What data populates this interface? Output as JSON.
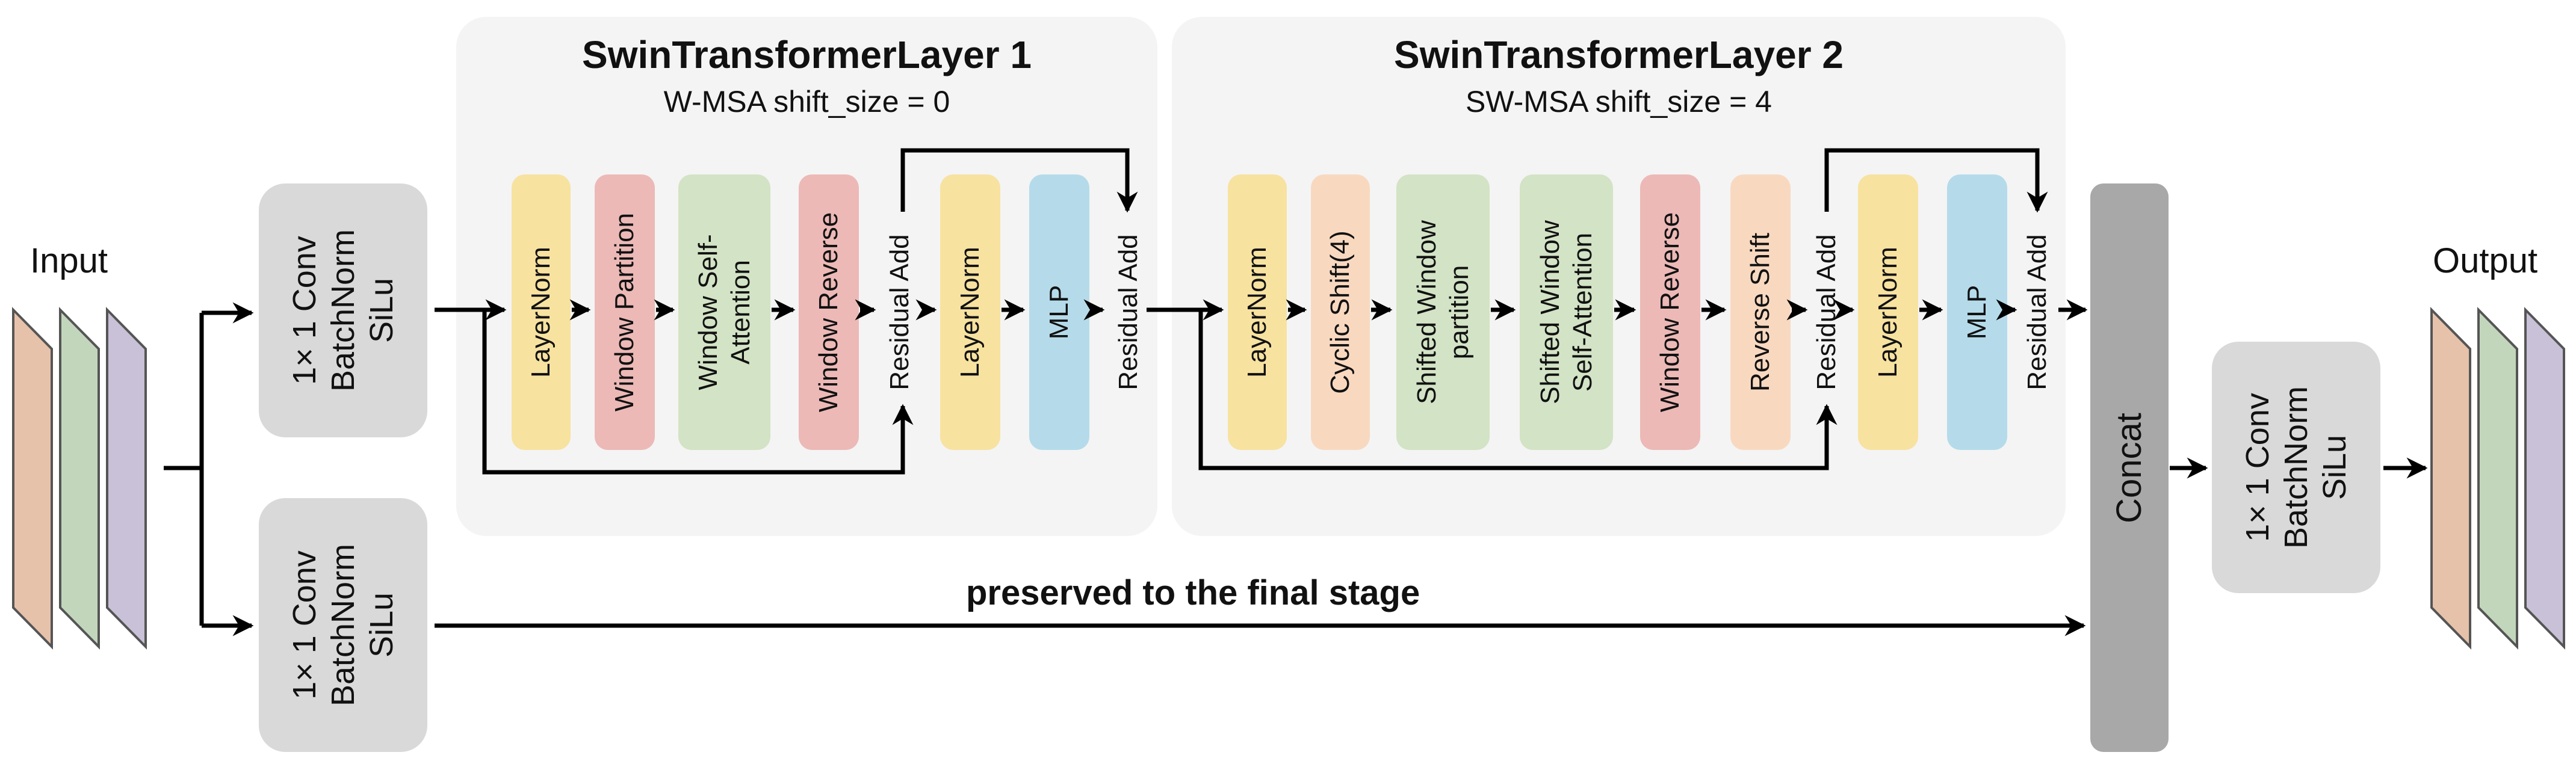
{
  "labels": {
    "input": "Input",
    "output": "Output",
    "preserved": "preserved to the final stage"
  },
  "conv_blocks": {
    "top": [
      "1× 1 Conv",
      "BatchNorm",
      "SiLu"
    ],
    "bottom": [
      "1× 1 Conv",
      "BatchNorm",
      "SiLu"
    ],
    "right": [
      "1× 1 Conv",
      "BatchNorm",
      "SiLu"
    ]
  },
  "concat": "Concat",
  "layer1": {
    "title": "SwinTransformerLayer 1",
    "subtitle": "W-MSA shift_size = 0",
    "blocks": [
      "LayerNorm",
      "Window Partition",
      "Window Self-\nAttention",
      "Window Reverse",
      "Residual Add",
      "LayerNorm",
      "MLP",
      "Residual Add"
    ]
  },
  "layer2": {
    "title": "SwinTransformerLayer 2",
    "subtitle": "SW-MSA shift_size = 4",
    "blocks": [
      "LayerNorm",
      "Cyclic Shift(4)",
      "Shifted Window\npartition",
      "Shifted Window\nSelf-Attention",
      "Window Reverse",
      "Reverse Shift",
      "Residual Add",
      "LayerNorm",
      "MLP",
      "Residual Add"
    ]
  },
  "colors": {
    "layernorm": "#f7e2a0",
    "window": "#ecb9b7",
    "attention": "#d3e3c5",
    "shift": "#f8d9c0",
    "mlp": "#b5dbea",
    "concat": "#a8a8a8",
    "conv": "#d9d9d9",
    "panel": "#f4f4f4",
    "feature_1": "#e6c2ab",
    "feature_2": "#c2d6bc",
    "feature_3": "#c9c1d7"
  },
  "icons": {
    "input_features": "stacked-feature-maps-icon",
    "output_features": "stacked-feature-maps-icon"
  }
}
